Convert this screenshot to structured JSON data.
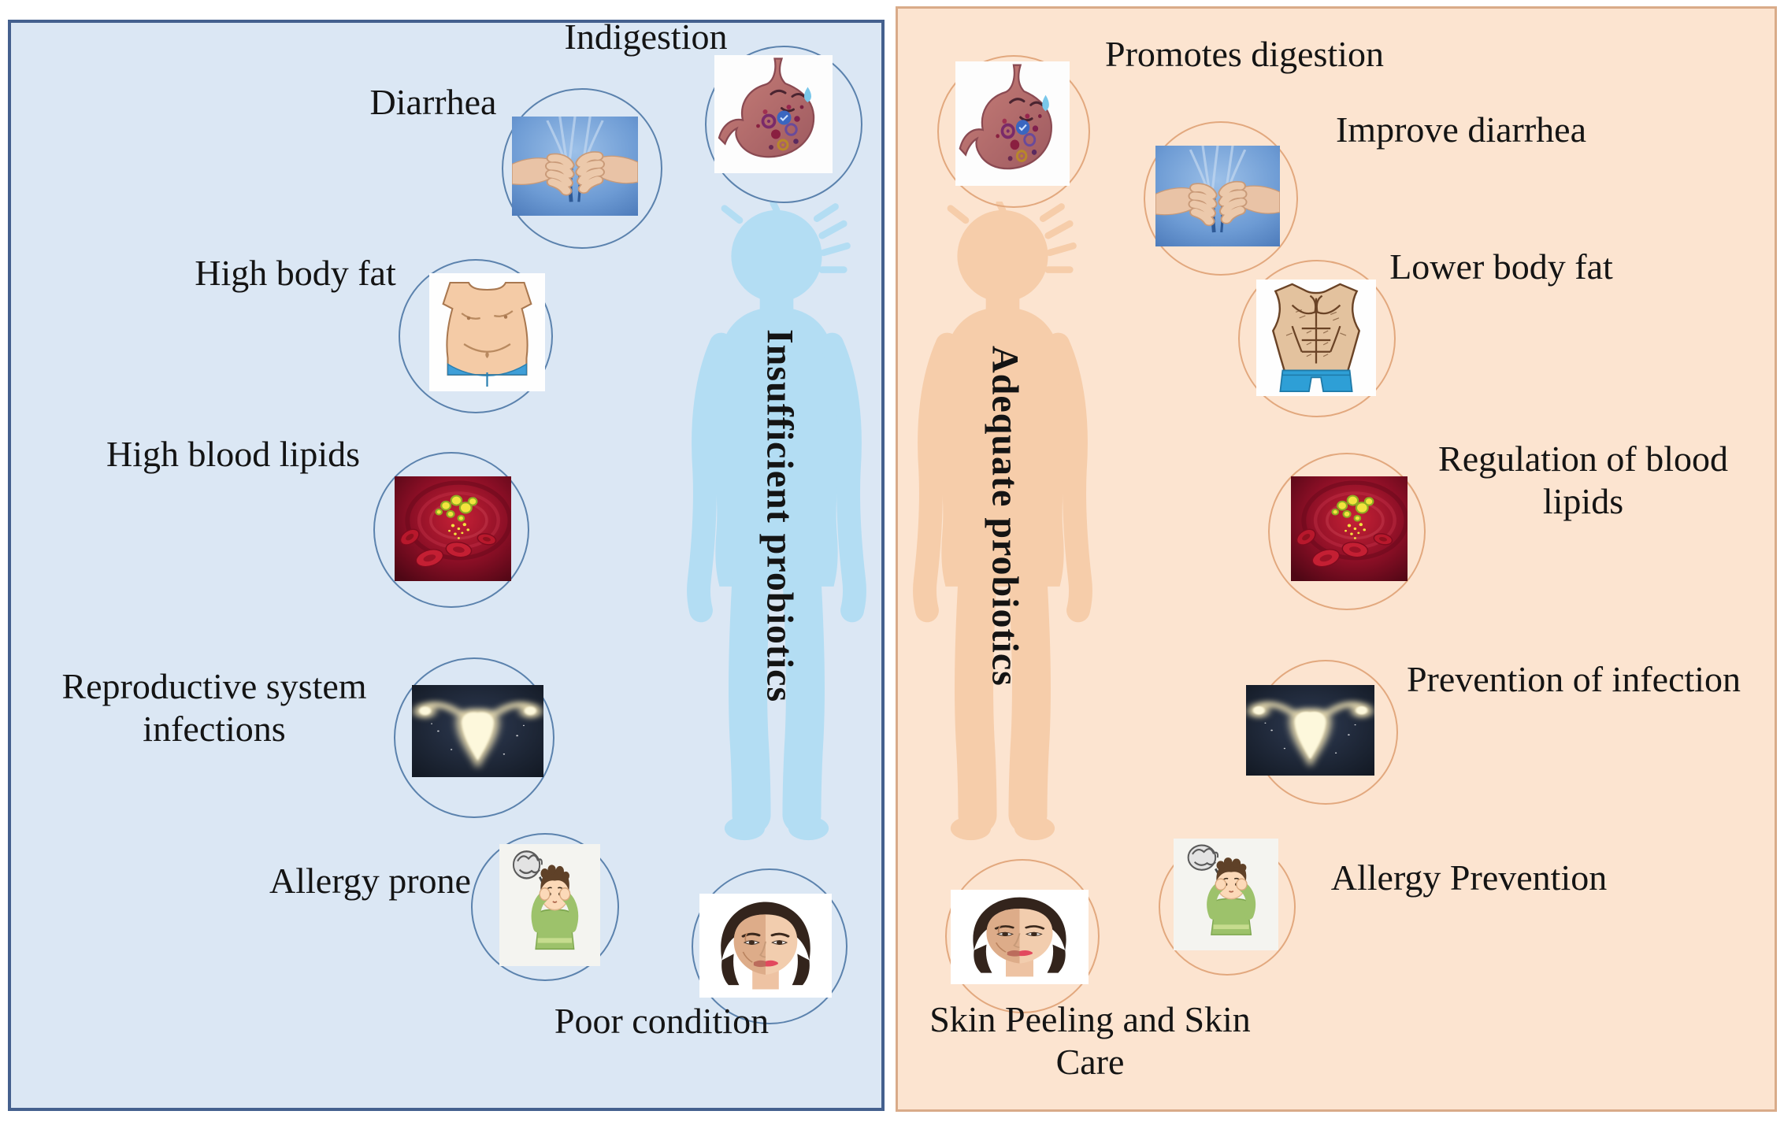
{
  "figure": {
    "type": "probiotics-comparison-diagram"
  },
  "colors": {
    "page_bg": "#ffffff",
    "text": "#141414",
    "left_bg": "#dbe7f4",
    "left_border": "#44608e",
    "left_body": "#b3ddf3",
    "left_circle": "#5b82ad",
    "right_bg": "#fce4d0",
    "right_border": "#d9ab89",
    "right_body": "#f6cdaa",
    "right_circle": "#e2a87e"
  },
  "left_panel": {
    "title_vertical": "Insufficient probiotics",
    "items": [
      {
        "label": "Indigestion",
        "icon": "stomach-icon"
      },
      {
        "label": "Diarrhea",
        "icon": "hands-on-belly-icon"
      },
      {
        "label": "High body fat",
        "icon": "fat-belly-icon"
      },
      {
        "label": "High blood lipids",
        "icon": "blood-vessel-icon"
      },
      {
        "label": "Reproductive system infections",
        "icon": "uterus-icon"
      },
      {
        "label": "Allergy prone",
        "icon": "allergy-boy-icon"
      },
      {
        "label": "Poor condition",
        "icon": "woman-face-icon"
      }
    ]
  },
  "right_panel": {
    "title_vertical": "Adequate probiotics",
    "items": [
      {
        "label": "Promotes digestion",
        "icon": "stomach-icon"
      },
      {
        "label": "Improve diarrhea",
        "icon": "hands-on-belly-icon"
      },
      {
        "label": "Lower body fat",
        "icon": "muscular-torso-icon"
      },
      {
        "label": "Regulation of blood lipids",
        "icon": "blood-vessel-icon"
      },
      {
        "label": "Prevention of infection",
        "icon": "uterus-icon"
      },
      {
        "label": "Allergy Prevention",
        "icon": "allergy-boy-icon"
      },
      {
        "label": "Skin Peeling and Skin Care",
        "icon": "woman-face-icon"
      }
    ]
  }
}
